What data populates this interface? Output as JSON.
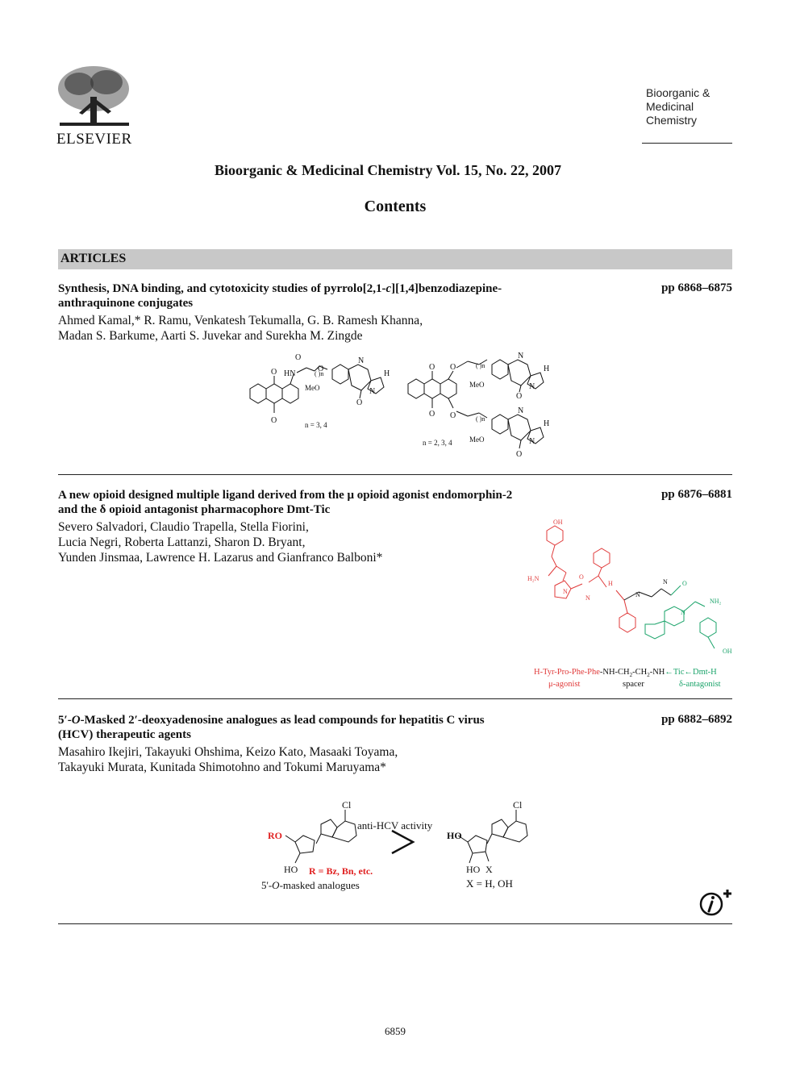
{
  "header": {
    "publisher": "ELSEVIER",
    "journal_mark_lines": [
      "Bioorganic &",
      "Medicinal",
      "Chemistry"
    ],
    "issue_title": "Bioorganic & Medicinal Chemistry Vol. 15, No. 22, 2007",
    "contents_heading": "Contents"
  },
  "section": {
    "label": "ARTICLES"
  },
  "articles": [
    {
      "title_line1_a": "Synthesis, DNA binding, and cytotoxicity studies of pyrrolo[2,1-",
      "title_line1_italic": "c",
      "title_line1_b": "][1,4]benzodiazepine-",
      "title_line2": "anthraquinone conjugates",
      "pages": "pp 6868–6875",
      "authors": [
        "Ahmed Kamal,* R. Ramu, Venkatesh Tekumalla, G. B. Ramesh Khanna,",
        "Madan S. Barkume, Aarti S. Juvekar and Surekha M. Zingde"
      ],
      "graphic": {
        "n_left": "n = 3, 4",
        "n_right": "n = 2, 3, 4"
      }
    },
    {
      "title_line1": "A new opioid designed multiple ligand derived from the μ opioid agonist endomorphin-2",
      "title_line2": "and the δ opioid antagonist pharmacophore Dmt-Tic",
      "pages": "pp 6876–6881",
      "authors": [
        "Severo Salvadori, Claudio Trapella, Stella Fiorini,",
        "Lucia Negri, Roberta Lattanzi, Sharon D. Bryant,",
        "Yunden Jinsmaa, Lawrence H. Lazarus and Gianfranco Balboni*"
      ],
      "graphic": {
        "seq_agonist": "H-Tyr-Pro-Phe-Phe",
        "seq_spacer_a": "-NH-CH",
        "seq_spacer_sub1": "2",
        "seq_spacer_b": "-CH",
        "seq_spacer_sub2": "2",
        "seq_spacer_c": "-NH",
        "seq_antagonist": "←Tic←Dmt-H",
        "label_agonist": "μ-agonist",
        "label_spacer": "spacer",
        "label_antagonist": "δ-antagonist",
        "color_agonist": "#e03a3a",
        "color_antagonist": "#1aa36a"
      }
    },
    {
      "title_line1_a": "5′-",
      "title_line1_italic": "O",
      "title_line1_b": "-Masked 2′-deoxyadenosine analogues as lead compounds for hepatitis C virus",
      "title_line2": "(HCV) therapeutic agents",
      "pages": "pp 6882–6892",
      "authors": [
        "Masahiro Ikejiri, Takayuki Ohshima, Keizo Kato, Masaaki Toyama,",
        "Takayuki Murata, Kunitada Shimotohno and Tokumi Maruyama*"
      ],
      "graphic": {
        "activity_label": "anti-HCV activity",
        "r_def": "R = Bz, Bn, etc.",
        "masked_label_a": "5'-",
        "masked_label_italic": "O",
        "masked_label_b": "-masked analogues",
        "x_def": "X = H, OH",
        "color_r": "#e02020"
      }
    }
  ],
  "footer": {
    "page_number": "6859"
  }
}
